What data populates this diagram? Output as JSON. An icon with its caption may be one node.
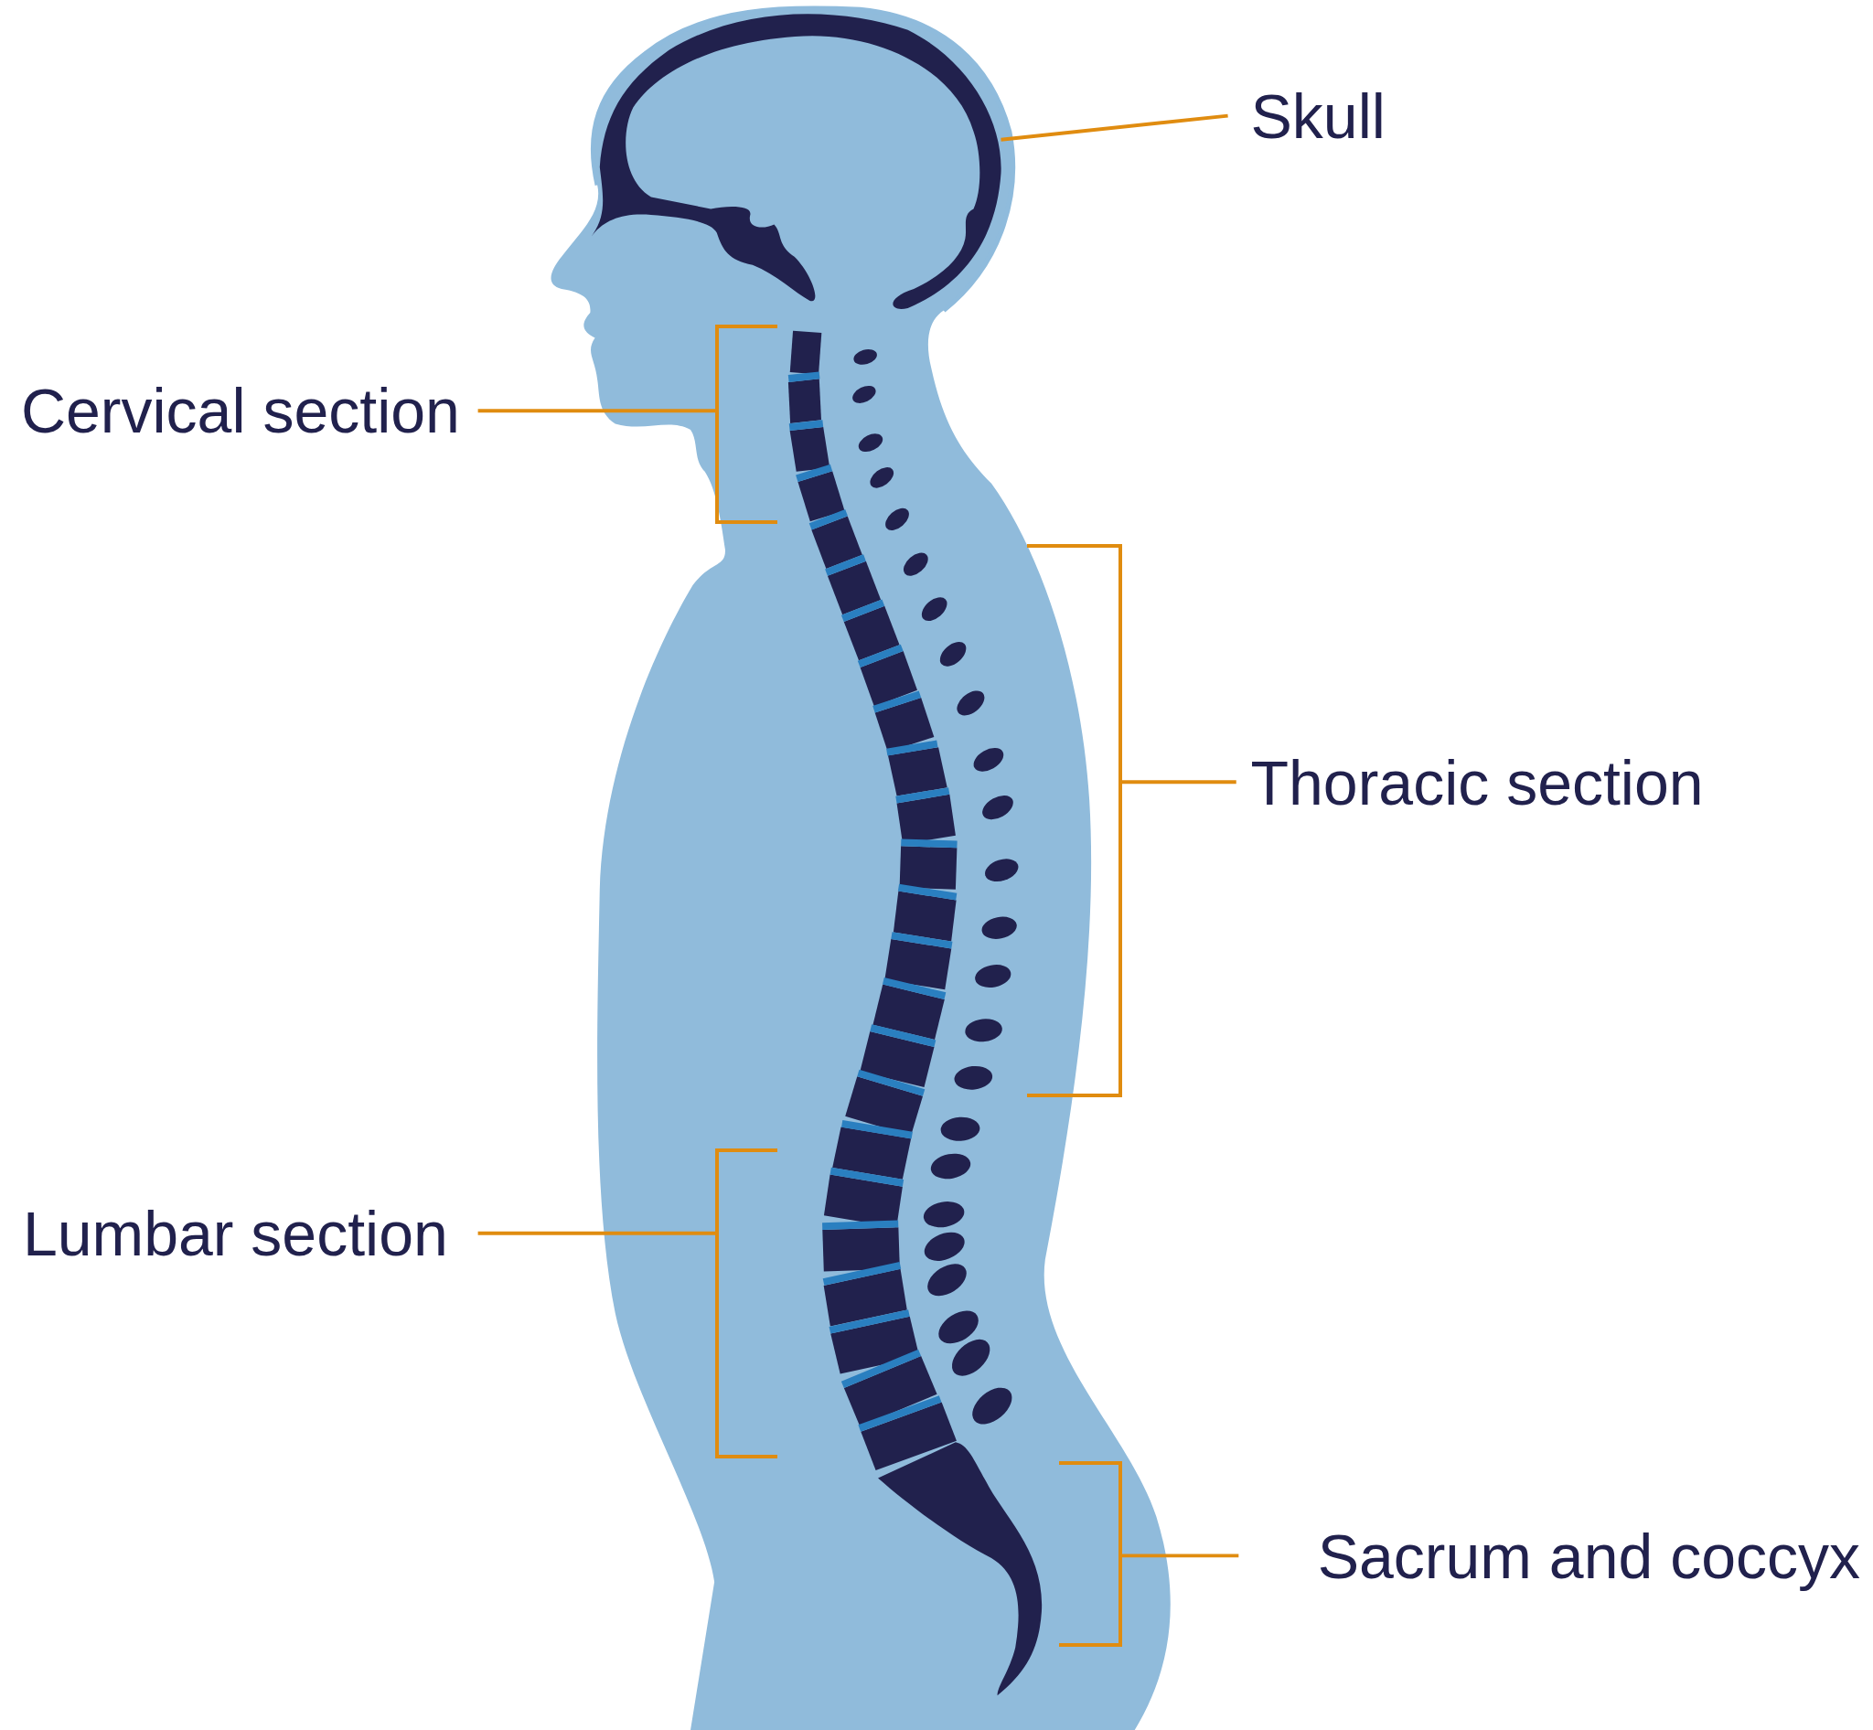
{
  "diagram": {
    "nodes": [
      {
        "text": [
          "Skull"
        ]
      },
      {
        "text": [],
        "shape": "picture"
      },
      {
        "text": [
          "Cervical section"
        ]
      },
      {
        "text": [],
        "shape": "bracket"
      },
      {
        "text": [
          "Thoracic section"
        ]
      },
      {
        "text": [],
        "shape": "bracket"
      },
      {
        "text": [
          "Lumbar section"
        ]
      },
      {
        "text": [],
        "shape": "bracket"
      },
      {
        "text": [
          "Sacrum and coccyx"
        ]
      },
      {
        "text": [],
        "shape": "bracket"
      }
    ],
    "edges": [
      {
        "from": 0,
        "to": 1,
        "arrow": "none"
      },
      {
        "from": 2,
        "to": 3,
        "arrow": "none"
      },
      {
        "from": 4,
        "to": 5,
        "arrow": "none"
      },
      {
        "from": 6,
        "to": 7,
        "arrow": "none"
      },
      {
        "from": 8,
        "to": 9,
        "arrow": "none"
      }
    ]
  }
}
